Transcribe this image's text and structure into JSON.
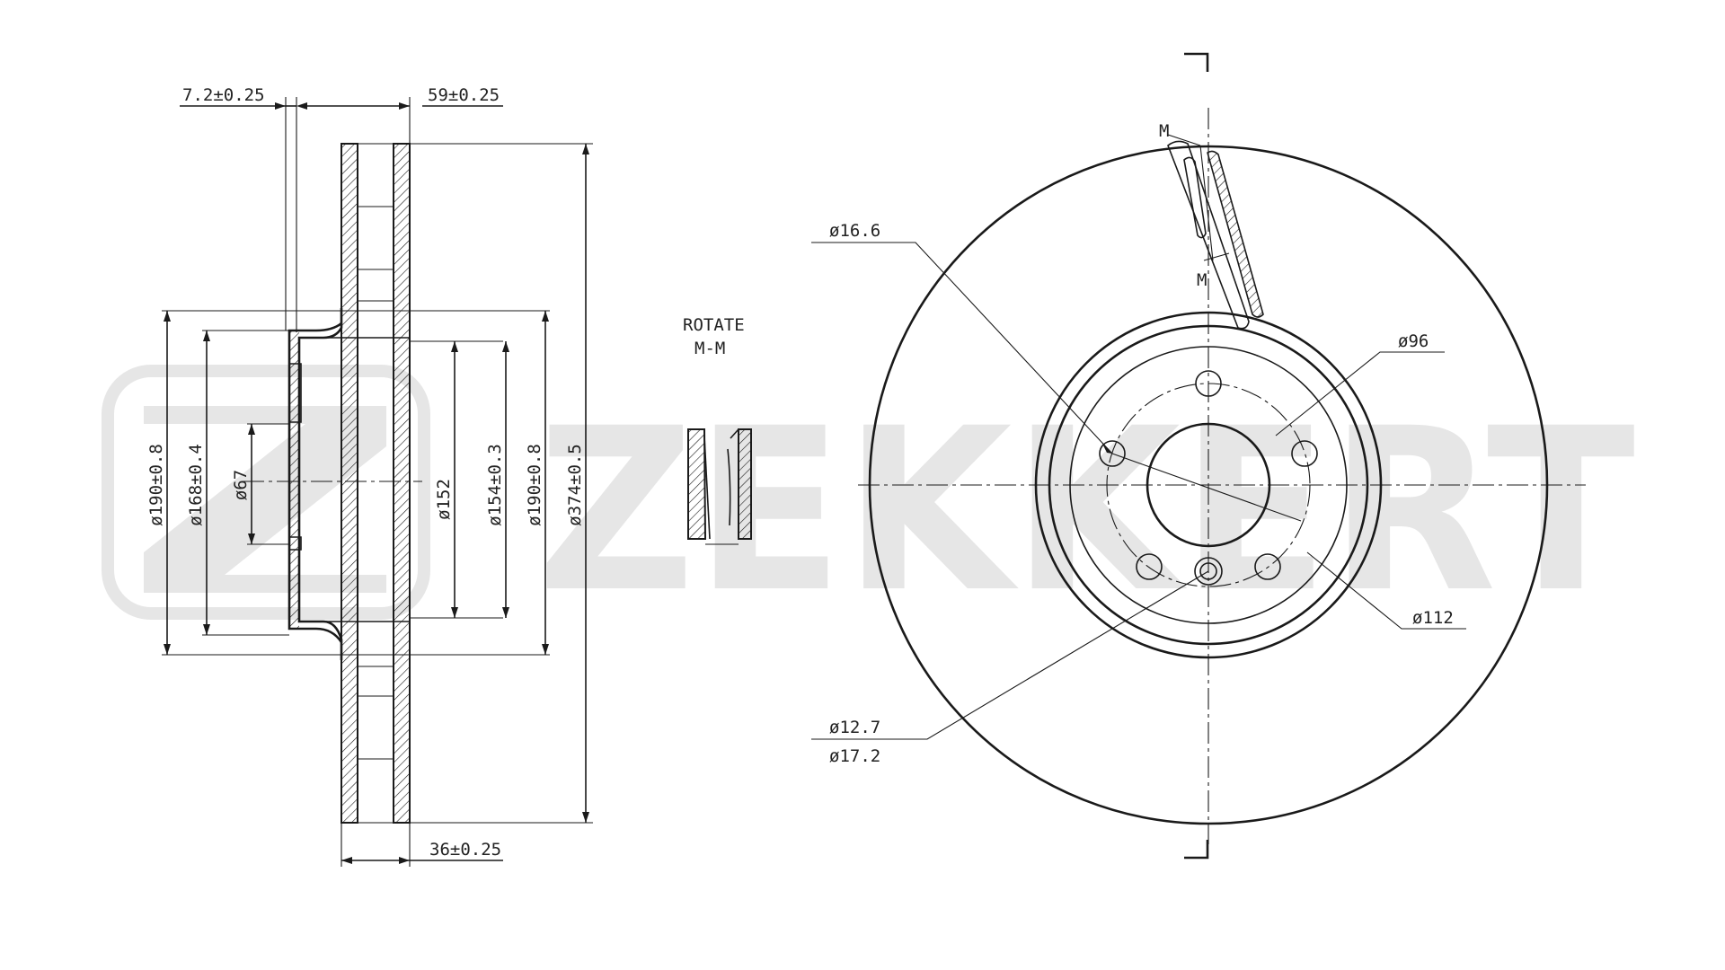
{
  "brand": {
    "watermark": "ZEKKERT"
  },
  "section_label": {
    "line1": "ROTATE",
    "line2": "M-M"
  },
  "section_marks": {
    "cut_top": "M",
    "cut_bottom": "M"
  },
  "side_view": {
    "top_dims": [
      "7.2±0.25",
      "59±0.25"
    ],
    "bottom_dim": "36±0.25",
    "diameters": [
      "ø190±0.8",
      "ø168±0.4",
      "ø67",
      "ø152",
      "ø154±0.3",
      "ø190±0.8",
      "ø374±0.5"
    ]
  },
  "front_view": {
    "labels": [
      "ø16.6",
      "ø96",
      "ø112",
      "ø12.7",
      "ø17.2"
    ]
  }
}
